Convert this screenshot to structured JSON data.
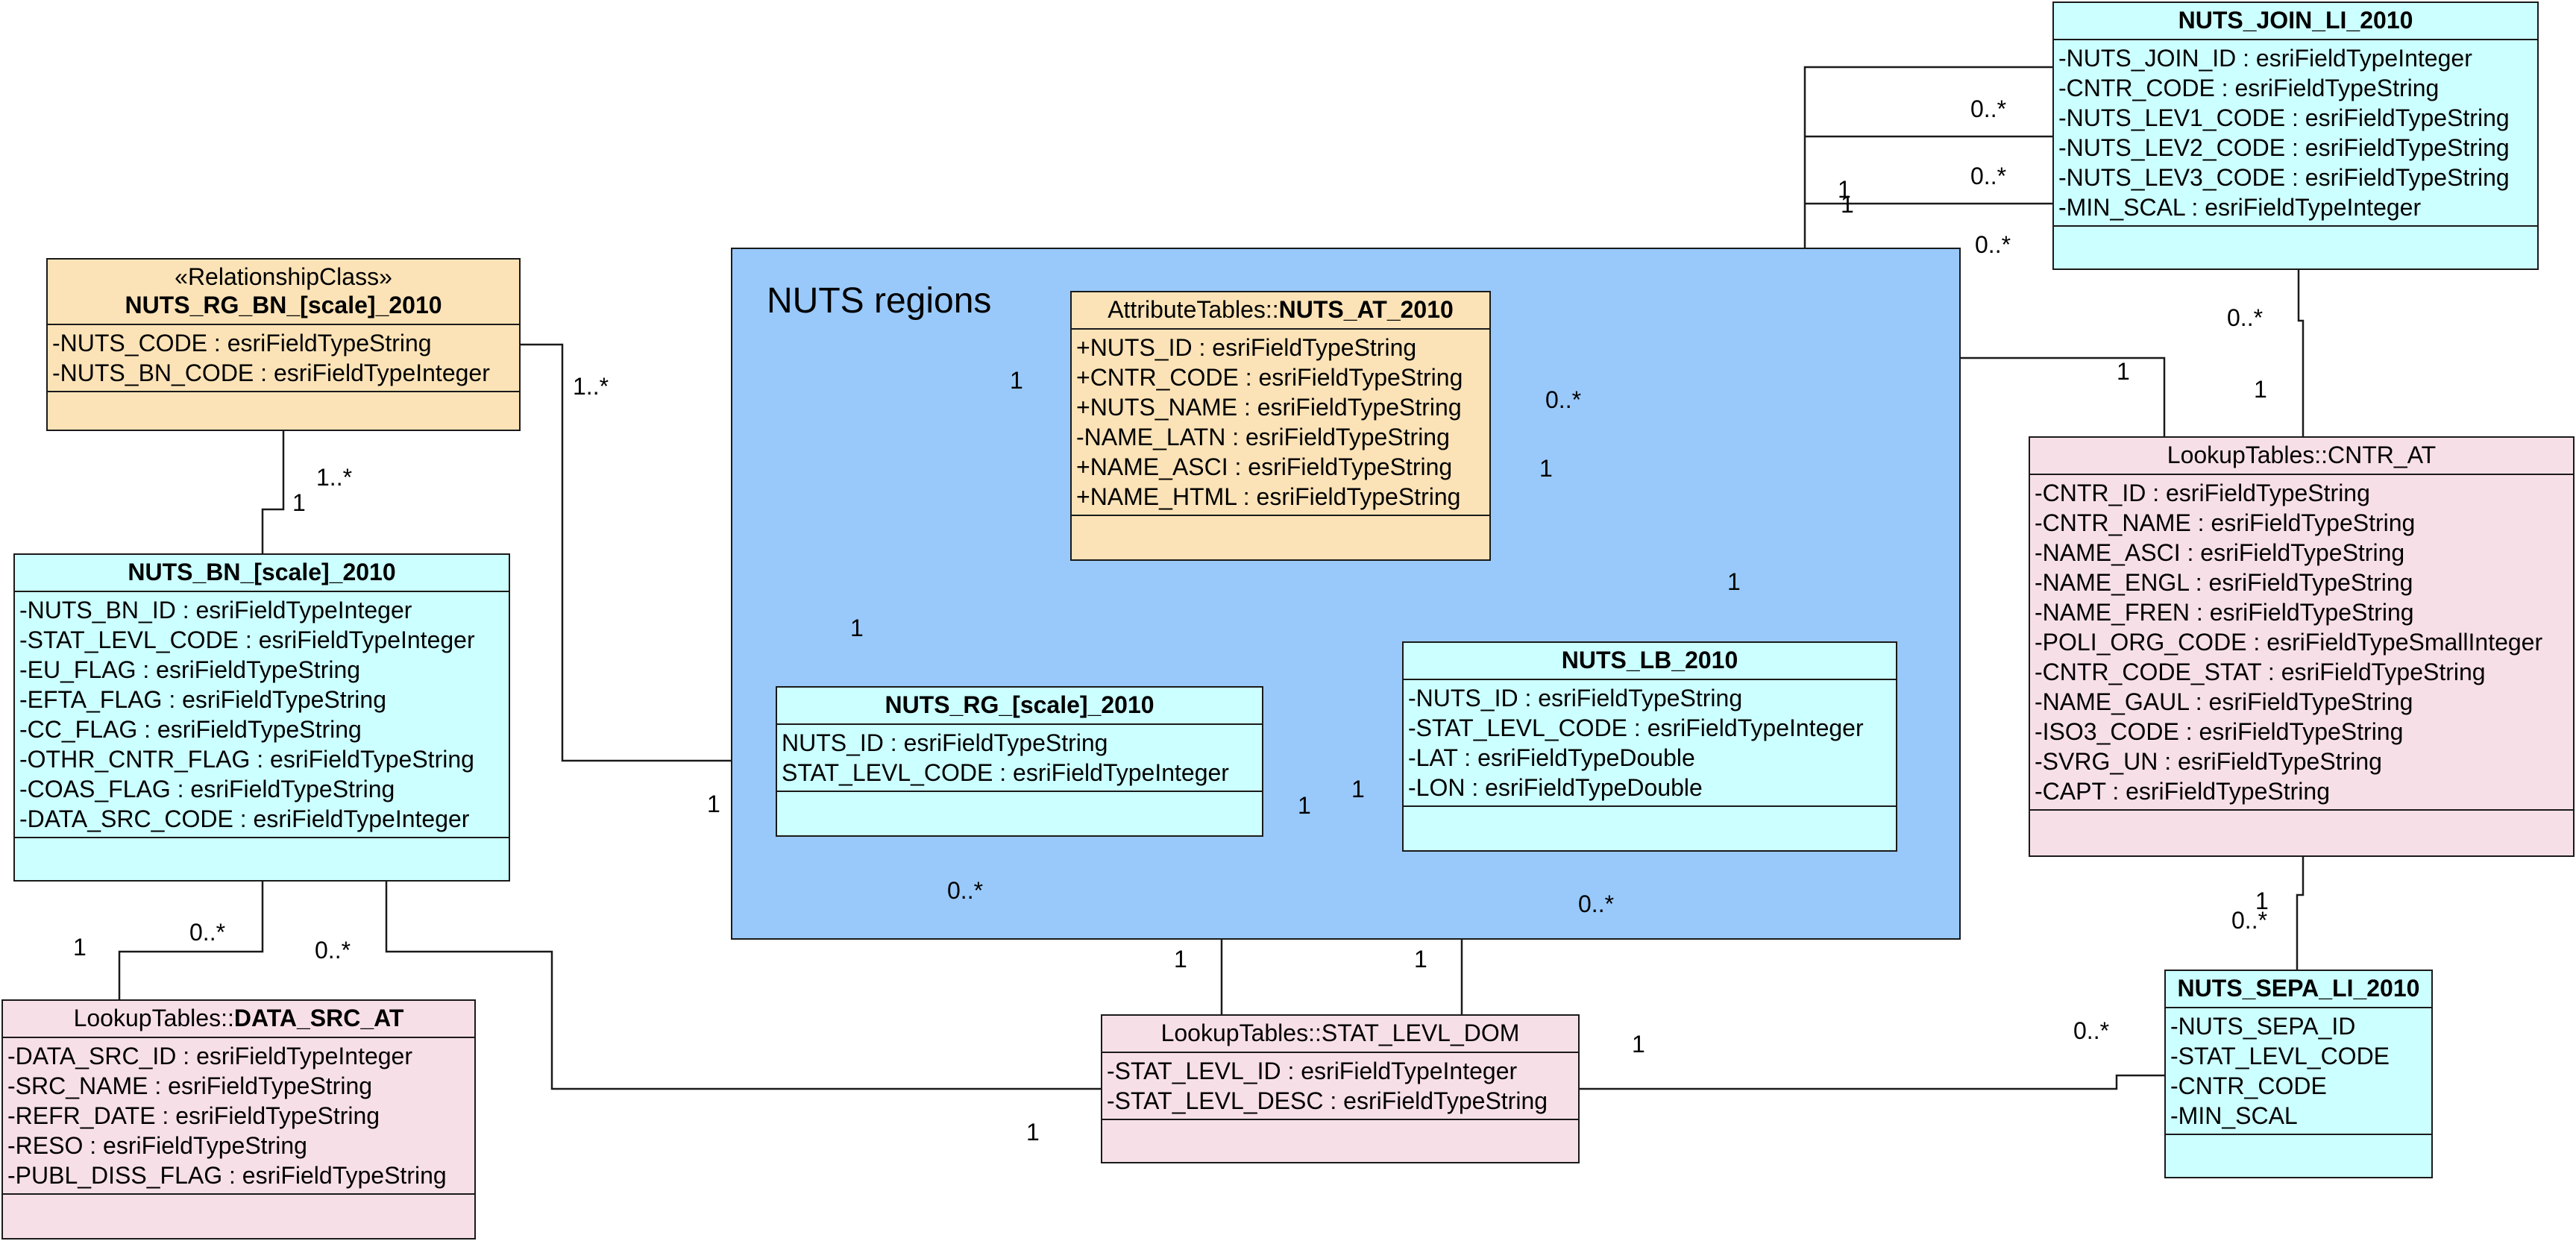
{
  "package": {
    "title": "NUTS regions"
  },
  "classes": {
    "nuts_join_li": {
      "name": "NUTS_JOIN_LI_2010",
      "attributes": [
        "-NUTS_JOIN_ID : esriFieldTypeInteger",
        "-CNTR_CODE : esriFieldTypeString",
        "-NUTS_LEV1_CODE : esriFieldTypeString",
        "-NUTS_LEV2_CODE : esriFieldTypeString",
        "-NUTS_LEV3_CODE : esriFieldTypeString",
        "-MIN_SCAL : esriFieldTypeInteger"
      ]
    },
    "nuts_rg_bn": {
      "stereotype": "«RelationshipClass»",
      "name": "NUTS_RG_BN_[scale]_2010",
      "attributes": [
        "-NUTS_CODE : esriFieldTypeString",
        "-NUTS_BN_CODE : esriFieldTypeInteger"
      ]
    },
    "nuts_at": {
      "prefix": "AttributeTables::",
      "name": "NUTS_AT_2010",
      "attributes": [
        "+NUTS_ID : esriFieldTypeString",
        "+CNTR_CODE : esriFieldTypeString",
        "+NUTS_NAME : esriFieldTypeString",
        "-NAME_LATN : esriFieldTypeString",
        "+NAME_ASCI : esriFieldTypeString",
        "+NAME_HTML : esriFieldTypeString"
      ]
    },
    "nuts_bn": {
      "name": "NUTS_BN_[scale]_2010",
      "attributes": [
        "-NUTS_BN_ID : esriFieldTypeInteger",
        "-STAT_LEVL_CODE : esriFieldTypeInteger",
        "-EU_FLAG : esriFieldTypeString",
        "-EFTA_FLAG : esriFieldTypeString",
        "-CC_FLAG : esriFieldTypeString",
        "-OTHR_CNTR_FLAG : esriFieldTypeString",
        "-COAS_FLAG : esriFieldTypeString",
        "-DATA_SRC_CODE : esriFieldTypeInteger"
      ]
    },
    "nuts_rg": {
      "name": "NUTS_RG_[scale]_2010",
      "attributes": [
        "NUTS_ID : esriFieldTypeString",
        "STAT_LEVL_CODE : esriFieldTypeInteger"
      ]
    },
    "nuts_lb": {
      "name": "NUTS_LB_2010",
      "attributes": [
        "-NUTS_ID : esriFieldTypeString",
        "-STAT_LEVL_CODE : esriFieldTypeInteger",
        "-LAT : esriFieldTypeDouble",
        "-LON : esriFieldTypeDouble"
      ]
    },
    "cntr_at": {
      "name": "LookupTables::CNTR_AT",
      "attributes": [
        "-CNTR_ID : esriFieldTypeString",
        "-CNTR_NAME : esriFieldTypeString",
        "-NAME_ASCI : esriFieldTypeString",
        "-NAME_ENGL : esriFieldTypeString",
        "-NAME_FREN : esriFieldTypeString",
        "-POLI_ORG_CODE : esriFieldTypeSmallInteger",
        "-CNTR_CODE_STAT : esriFieldTypeString",
        "-NAME_GAUL : esriFieldTypeString",
        "-ISO3_CODE : esriFieldTypeString",
        "-SVRG_UN : esriFieldTypeString",
        "-CAPT : esriFieldTypeString"
      ]
    },
    "data_src_at": {
      "prefix": "LookupTables::",
      "name": "DATA_SRC_AT",
      "attributes": [
        "-DATA_SRC_ID : esriFieldTypeInteger",
        "-SRC_NAME : esriFieldTypeString",
        "-REFR_DATE : esriFieldTypeString",
        "-RESO : esriFieldTypeString",
        "-PUBL_DISS_FLAG : esriFieldTypeString"
      ]
    },
    "stat_levl_dom": {
      "name": "LookupTables::STAT_LEVL_DOM",
      "attributes": [
        "-STAT_LEVL_ID : esriFieldTypeInteger",
        "-STAT_LEVL_DESC : esriFieldTypeString"
      ]
    },
    "nuts_sepa_li": {
      "name": "NUTS_SEPA_LI_2010",
      "attributes": [
        "-NUTS_SEPA_ID",
        "-STAT_LEVL_CODE",
        "-CNTR_CODE",
        "-MIN_SCAL"
      ]
    }
  },
  "multiplicities": [
    "0..*",
    "0..*",
    "0..*",
    "1",
    "1",
    "0..*",
    "1",
    "1..*",
    "1..*",
    "1",
    "1",
    "0..*",
    "1",
    "1",
    "1",
    "1",
    "1",
    "1",
    "0..*",
    "0..*",
    "1",
    "0..*",
    "1",
    "0..*",
    "1",
    "1",
    "1",
    "1",
    "0..*",
    "1",
    "0..*"
  ],
  "colors": {
    "package": "#99c9fa",
    "attribute_class": "#fbe3b7",
    "feature_class": "#ccffff",
    "lookup_class": "#f7dfe8"
  }
}
